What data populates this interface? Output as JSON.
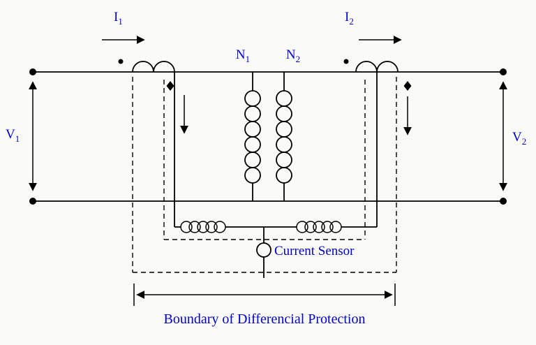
{
  "colors": {
    "background": "#fafaf7",
    "line": "#000000",
    "label": "#0000cc"
  },
  "labels": {
    "i1": {
      "base": "I",
      "sub": "1"
    },
    "i2": {
      "base": "I",
      "sub": "2"
    },
    "n1": {
      "base": "N",
      "sub": "1"
    },
    "n2": {
      "base": "N",
      "sub": "2"
    },
    "v1": {
      "base": "V",
      "sub": "1"
    },
    "v2": {
      "base": "V",
      "sub": "2"
    },
    "current_sensor": "Current Sensor",
    "boundary": "Boundary of Differencial Protection"
  }
}
